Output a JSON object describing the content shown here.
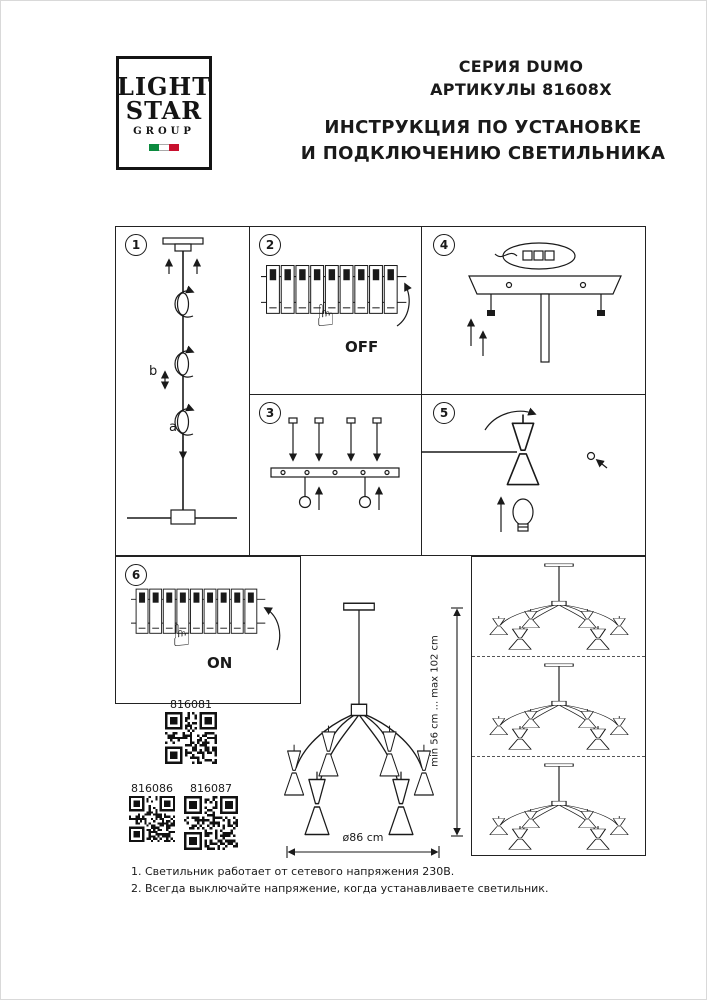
{
  "logo": {
    "line1": "LIGHT",
    "line2": "STAR",
    "line3": "GROUP"
  },
  "header": {
    "series": "СЕРИЯ DUMO",
    "articles": "АРТИКУЛЫ 81608X",
    "title1": "ИНСТРУКЦИЯ ПО УСТАНОВКЕ",
    "title2": "И ПОДКЛЮЧЕНИЮ СВЕТИЛЬНИКА"
  },
  "steps": {
    "n1": "1",
    "n2": "2",
    "n3": "3",
    "n4": "4",
    "n5": "5",
    "n6": "6",
    "off_label": "OFF",
    "on_label": "ON",
    "label_a": "a",
    "label_b": "b"
  },
  "articles": {
    "a1": "816081",
    "a2": "816086",
    "a3": "816087"
  },
  "dimensions": {
    "height": "min 56 cm ... max 102 cm",
    "diameter": "ø86 cm"
  },
  "notes": {
    "line1": "1. Светильник работает от сетевого напряжения 230В.",
    "line2": "2. Всегда выключайте напряжение, когда устанавливаете светильник."
  },
  "icons": {
    "hand": "☞"
  },
  "colors": {
    "ink": "#1a1a1a",
    "flag_green": "#0b8a3e",
    "flag_red": "#c8102e"
  }
}
